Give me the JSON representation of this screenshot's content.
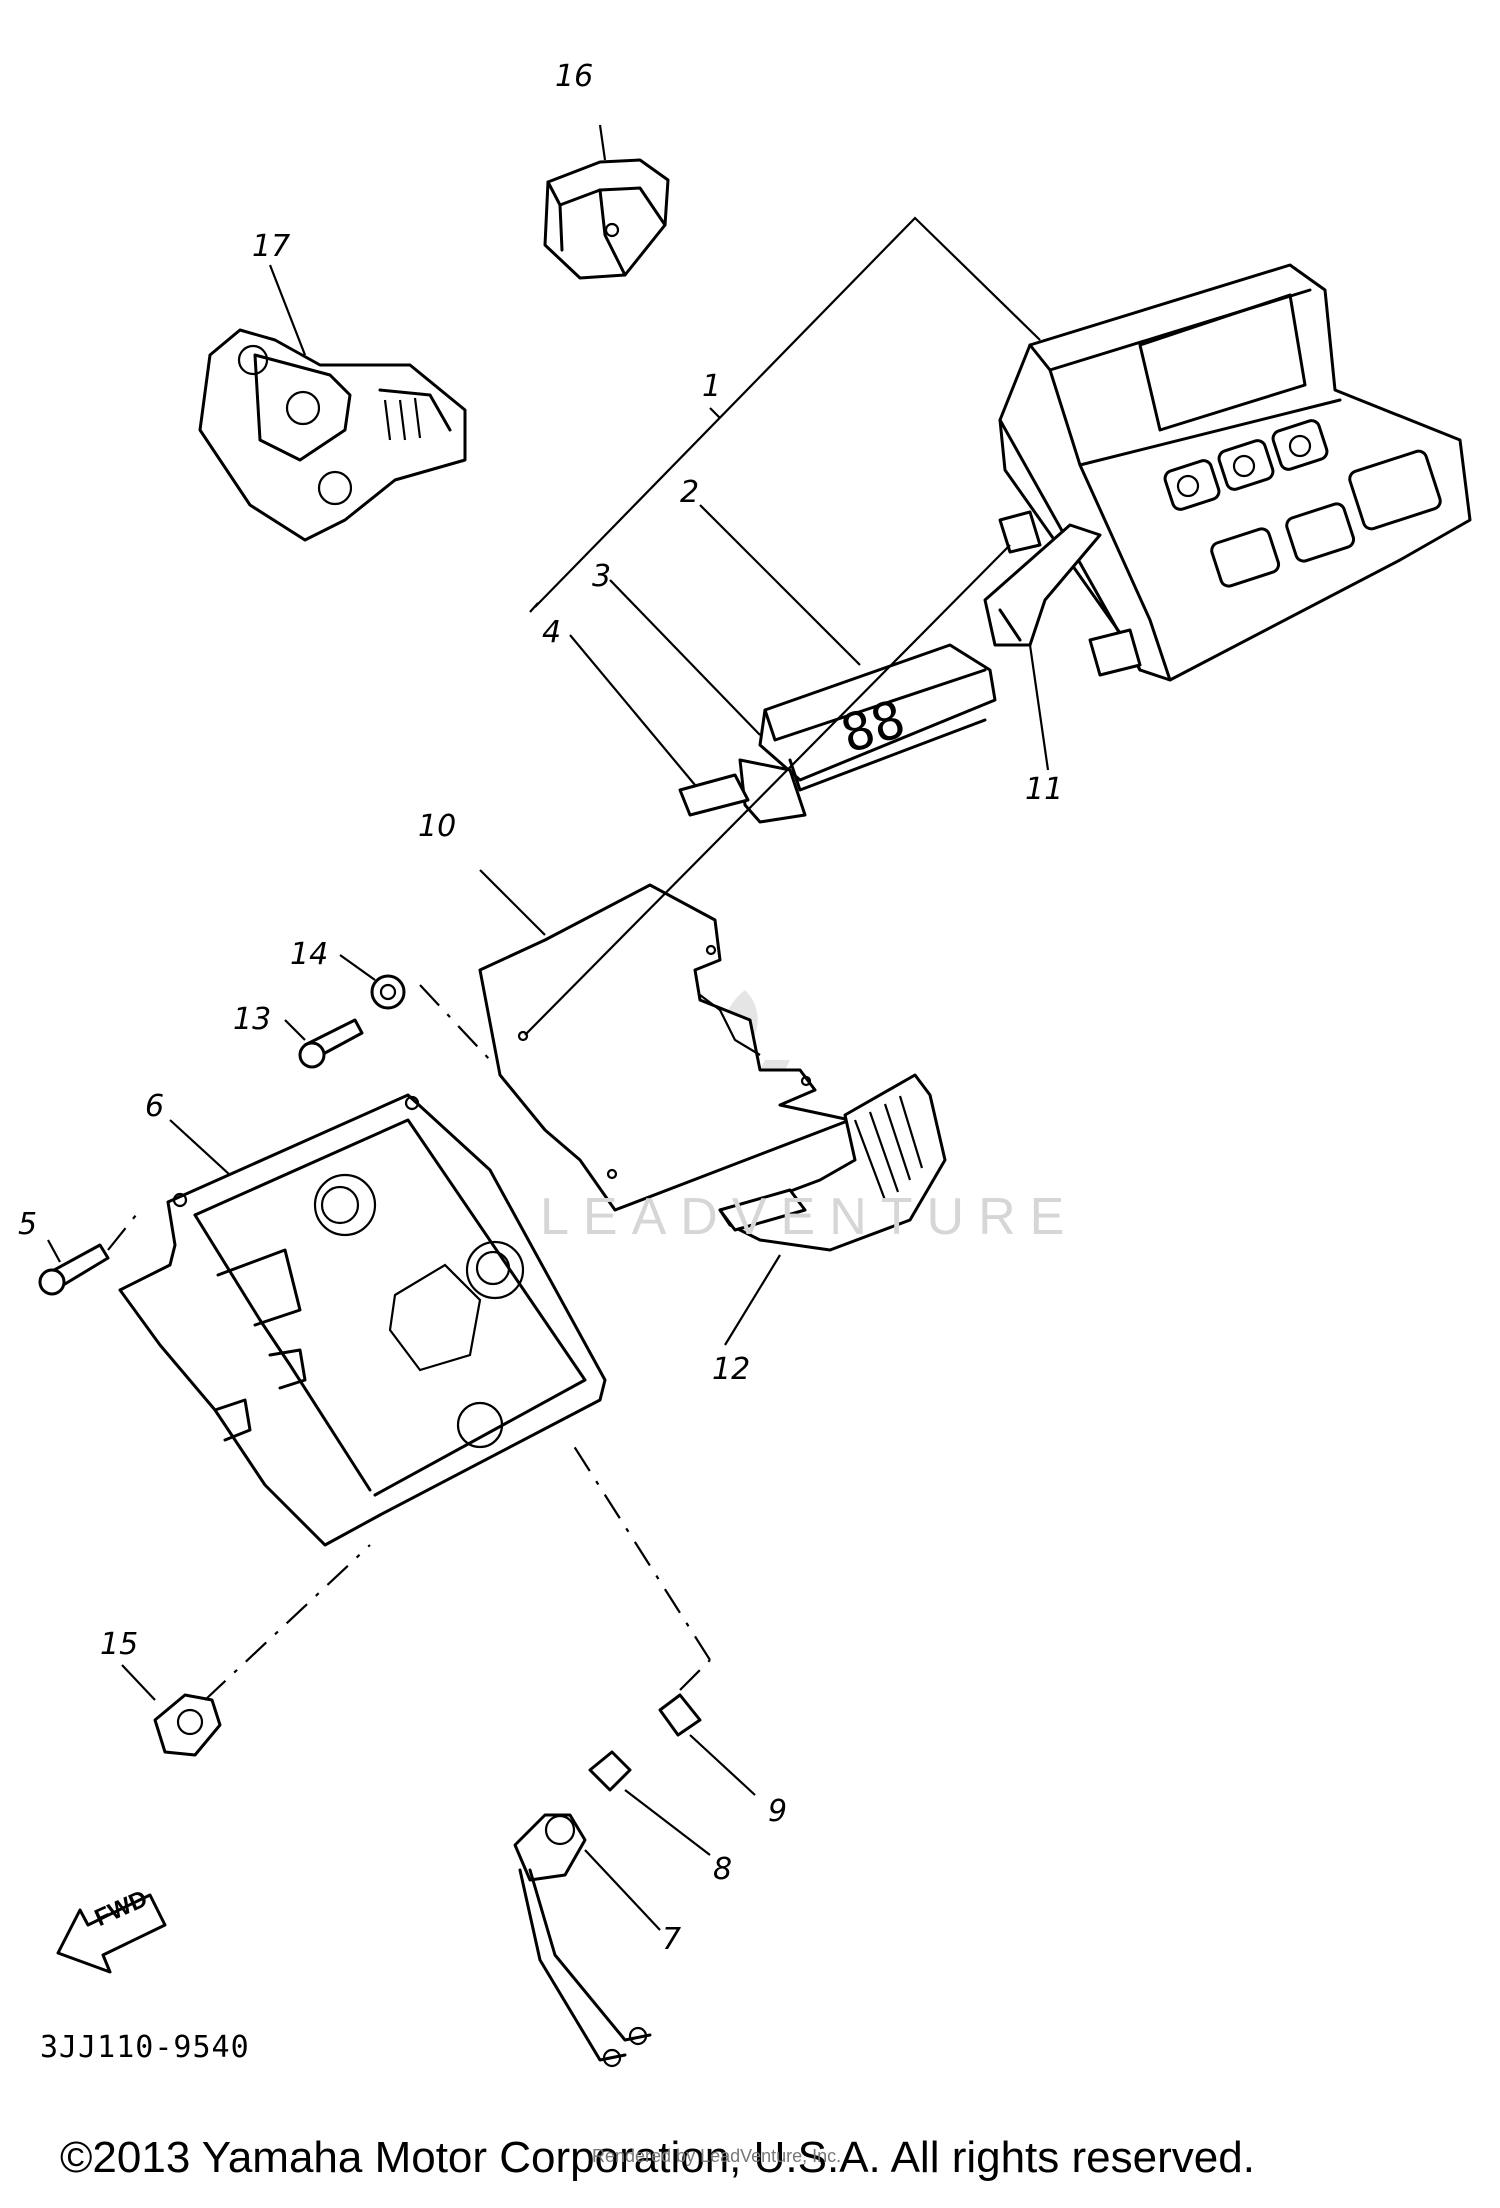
{
  "diagram": {
    "code": "3JJ110-9540",
    "copyright": "©2013 Yamaha Motor Corporation, U.S.A. All rights reserved.",
    "watermark_text": "LEADVENTURE",
    "rendered_by": "Rendered by LeadVenture, Inc.",
    "fwd_label": "FWD",
    "display_digits": "88",
    "callouts": [
      "1",
      "2",
      "3",
      "4",
      "5",
      "6",
      "7",
      "8",
      "9",
      "10",
      "11",
      "12",
      "13",
      "14",
      "15",
      "16",
      "17"
    ]
  }
}
